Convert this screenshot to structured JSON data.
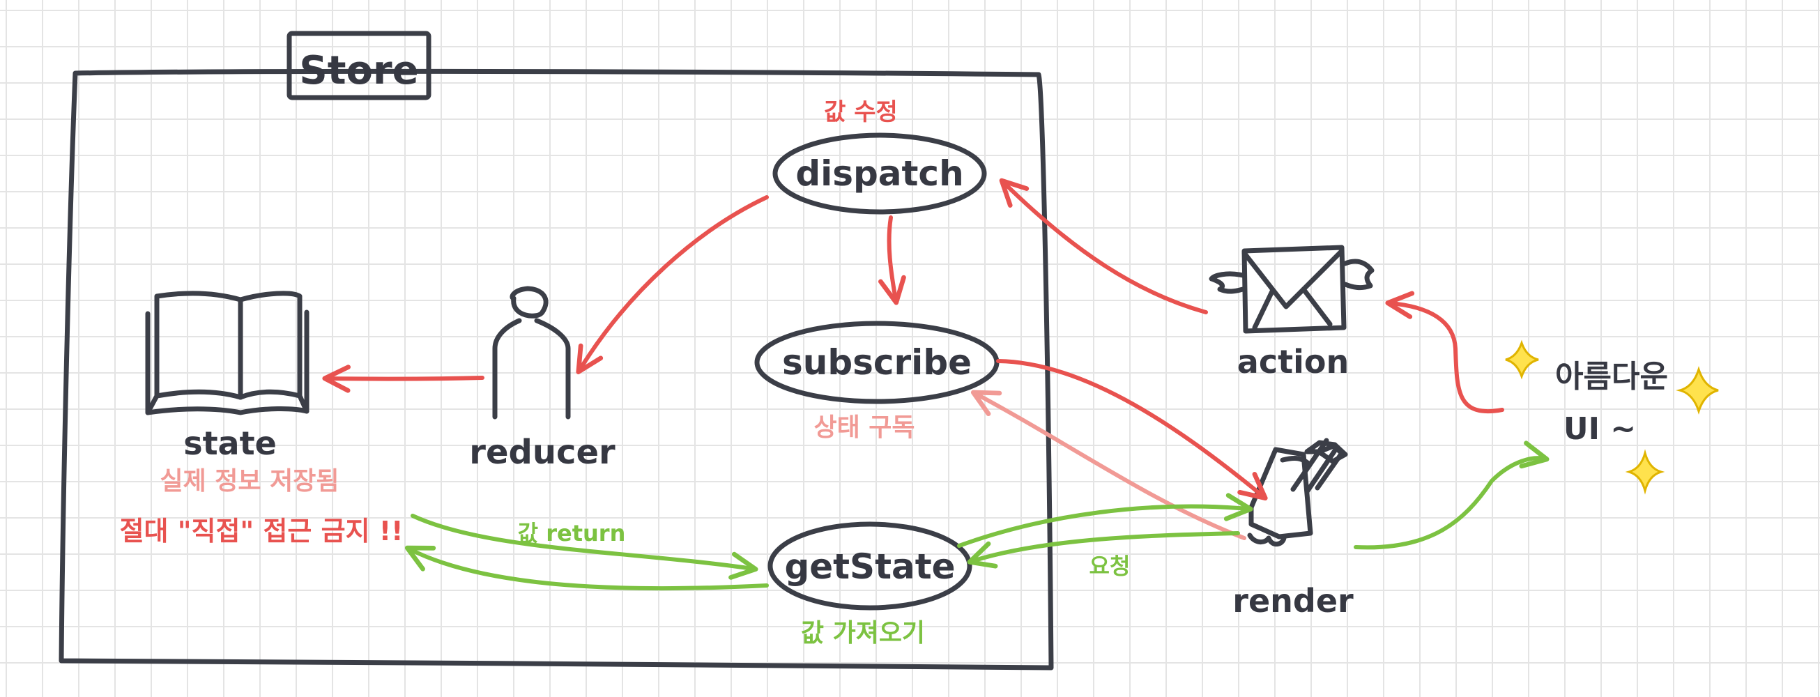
{
  "store": {
    "title": "Store"
  },
  "nodes": {
    "dispatch": {
      "label": "dispatch",
      "note": "값 수정"
    },
    "subscribe": {
      "label": "subscribe",
      "note": "상태 구독"
    },
    "getState": {
      "label": "getState",
      "note": "값 가져오기"
    },
    "state": {
      "label": "state",
      "note": "실제 정보 저장됨",
      "warning": "절대 \"직접\" 접근 금지 !!"
    },
    "reducer": {
      "label": "reducer"
    },
    "action": {
      "label": "action"
    },
    "render": {
      "label": "render"
    },
    "ui": {
      "line1": "아름다운",
      "line2": "UI ~"
    }
  },
  "edges": {
    "return_label": "값 return",
    "request_label": "요청"
  },
  "colors": {
    "outline": "#3b3e47",
    "red": "#e8524f",
    "pink": "#f19a95",
    "green": "#7cc241",
    "sparkle": "#ffe24d"
  },
  "icons": [
    "book-icon",
    "person-icon",
    "envelope-icon",
    "brush-icon",
    "sparkle-icon"
  ]
}
